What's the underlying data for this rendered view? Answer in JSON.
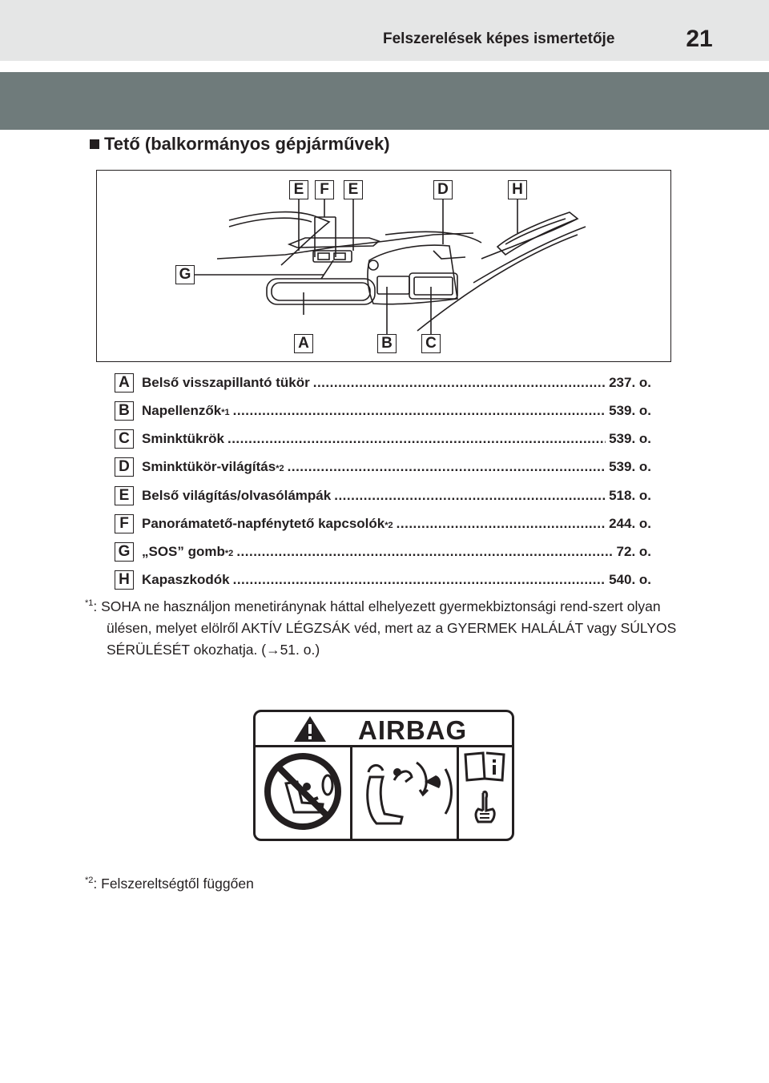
{
  "header": {
    "title": "Felszerelések képes ismertetője",
    "page_number": "21"
  },
  "section": {
    "title": "Tető (balkormányos gépjárművek)"
  },
  "figure": {
    "callouts": [
      "E",
      "F",
      "E",
      "D",
      "H",
      "G",
      "A",
      "B",
      "C"
    ]
  },
  "items": [
    {
      "letter": "A",
      "label": "Belső visszapillantó tükör",
      "sup": "",
      "page": "237. o."
    },
    {
      "letter": "B",
      "label": "Napellenzők",
      "sup": "*1",
      "page": "539. o."
    },
    {
      "letter": "C",
      "label": "Sminktükrök",
      "sup": "",
      "page": "539. o."
    },
    {
      "letter": "D",
      "label": "Sminktükör-világítás",
      "sup": "*2",
      "page": "539. o."
    },
    {
      "letter": "E",
      "label": "Belső világítás/olvasólámpák",
      "sup": "",
      "page": "518. o."
    },
    {
      "letter": "F",
      "label": "Panorámatető-napfénytető kapcsolók",
      "sup": "*2",
      "page": "244. o."
    },
    {
      "letter": "G",
      "label": "„SOS” gomb",
      "sup": "*2",
      "page": "72. o."
    },
    {
      "letter": "H",
      "label": "Kapaszkodók",
      "sup": "",
      "page": "540. o."
    }
  ],
  "notes": {
    "note1_marker": "*1",
    "note1_text": ": SOHA ne használjon menetiránynak háttal elhelyezett gyermekbiztonsági rend-szert olyan ülésen, melyet elölről AKTÍV LÉGZSÁK véd, mert az a GYERMEK HALÁLÁT vagy SÚLYOS SÉRÜLÉSÉT okozhatja. (→51. o.)",
    "note2_marker": "*2",
    "note2_text": ": Felszereltségtől függően"
  },
  "airbag_label": {
    "title": "AIRBAG",
    "icons": [
      "warning-triangle-icon",
      "no-rear-facing-child-seat-icon",
      "airbag-deploy-icon",
      "read-manual-icon"
    ]
  },
  "colors": {
    "top_band": "#e5e6e6",
    "dark_band": "#6f7b7b",
    "text": "#231f20"
  }
}
